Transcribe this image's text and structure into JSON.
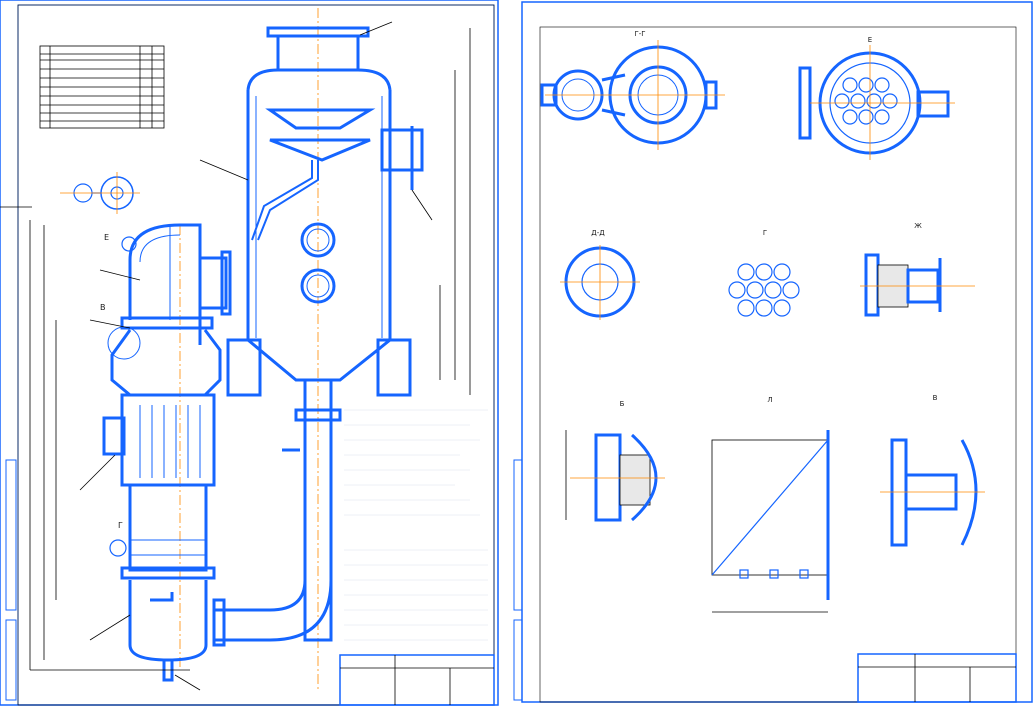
{
  "sheet1": {
    "spec_table_title": "",
    "spec_table_header": "",
    "scheme_label": "",
    "callouts": {
      "E": "Е",
      "V": "В",
      "G": "Г"
    },
    "tech_title": "",
    "tech_char_title": "",
    "notes_lines": [
      "",
      "",
      "",
      "",
      "",
      "",
      "",
      "",
      "",
      "",
      "",
      "",
      "",
      "",
      "",
      "",
      "",
      "",
      "",
      "",
      "",
      "",
      "",
      ""
    ],
    "title_block": ""
  },
  "sheet2": {
    "views": [
      {
        "label": "Г-Г"
      },
      {
        "label": "Е"
      },
      {
        "label": "Д-Д"
      },
      {
        "label": "Г"
      },
      {
        "label": "Ж"
      },
      {
        "label": "Б"
      },
      {
        "label": "Л"
      },
      {
        "label": "В"
      }
    ],
    "title_block": ""
  },
  "colors": {
    "line": "#1565ff",
    "axis": "#ff8a00",
    "paper": "#ffffff"
  }
}
